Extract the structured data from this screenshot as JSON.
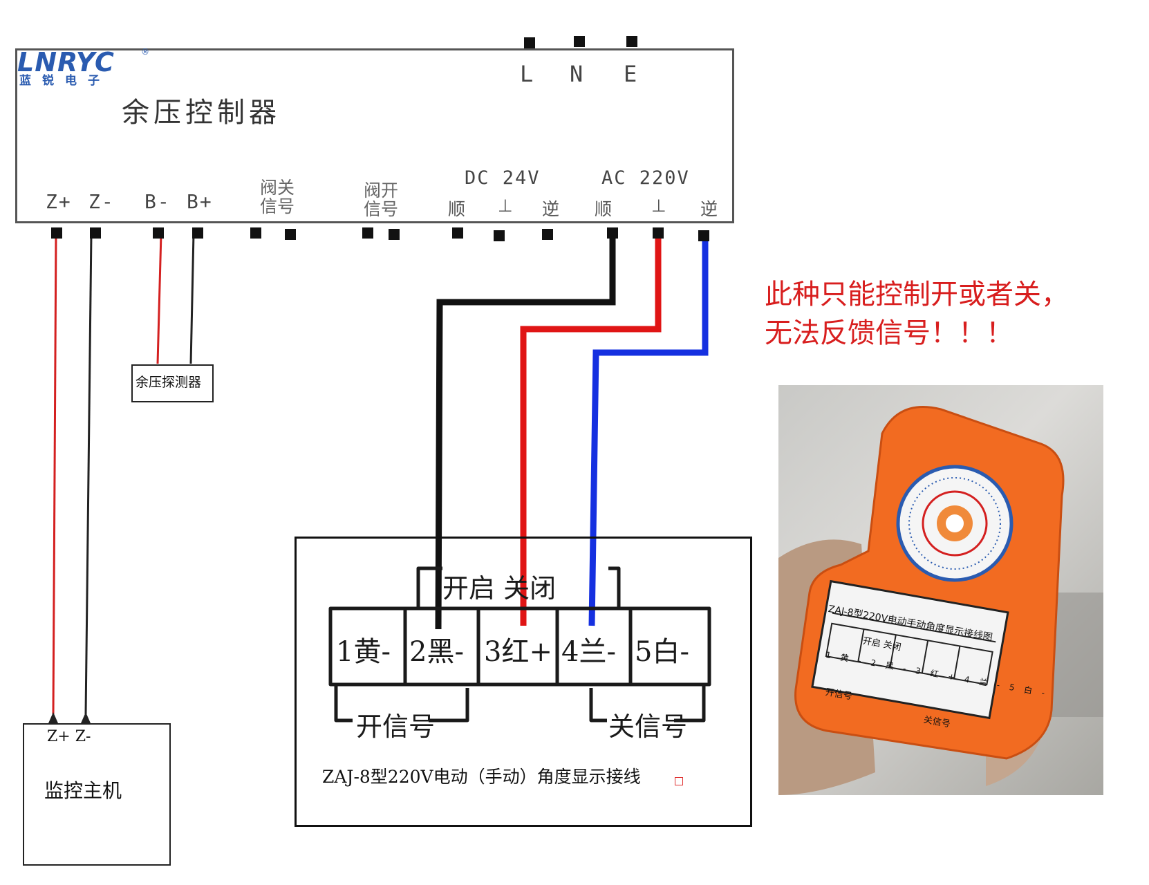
{
  "controller": {
    "brand": "LNRYC",
    "brand_reg": "®",
    "brand_cn": "蓝锐电子",
    "title": "余压控制器",
    "power_labels": [
      "L",
      "N",
      "E"
    ],
    "bottom": {
      "z_plus": "Z+",
      "z_minus": "Z-",
      "b_minus": "B-",
      "b_plus": "B+",
      "valve_close": [
        "阀关",
        "信号"
      ],
      "valve_open": [
        "阀开",
        "信号"
      ],
      "dc_group": "DC 24V",
      "ac_group": "AC 220V",
      "dc_terms": [
        "顺",
        "⊥",
        "逆"
      ],
      "ac_terms": [
        "顺",
        "⊥",
        "逆"
      ]
    }
  },
  "note": {
    "line1": "此种只能控制开或者关，",
    "line2": "无法反馈信号！！！"
  },
  "detector": {
    "label": "余压探测器"
  },
  "host": {
    "pins": "Z+ Z-",
    "label": "监控主机"
  },
  "zaj": {
    "caption": "ZAJ-8型220V电动（手动）角度显示接线",
    "top_label": "开启 关闭",
    "cells": [
      "1黄-",
      "2黑-",
      "3红+",
      "4兰-",
      "5白-"
    ],
    "bottom_left": "开信号",
    "bottom_right": "关信号"
  },
  "photo_label": {
    "title": "ZAJ-8型220V电动手动角度显示接线图",
    "top": "开启 关闭",
    "cells": [
      "1黄-",
      "2黑-",
      "3红+",
      "4兰-",
      "5白-"
    ],
    "bottom_left": "开信号",
    "bottom_right": "关信号"
  },
  "colors": {
    "wire_black": "#111111",
    "wire_red": "#e01515",
    "wire_blue": "#1530e0",
    "thin_red": "#d42020",
    "note_red": "#d81e1e",
    "actuator_orange": "#f26b21",
    "logo_blue": "#2a5bb0"
  }
}
